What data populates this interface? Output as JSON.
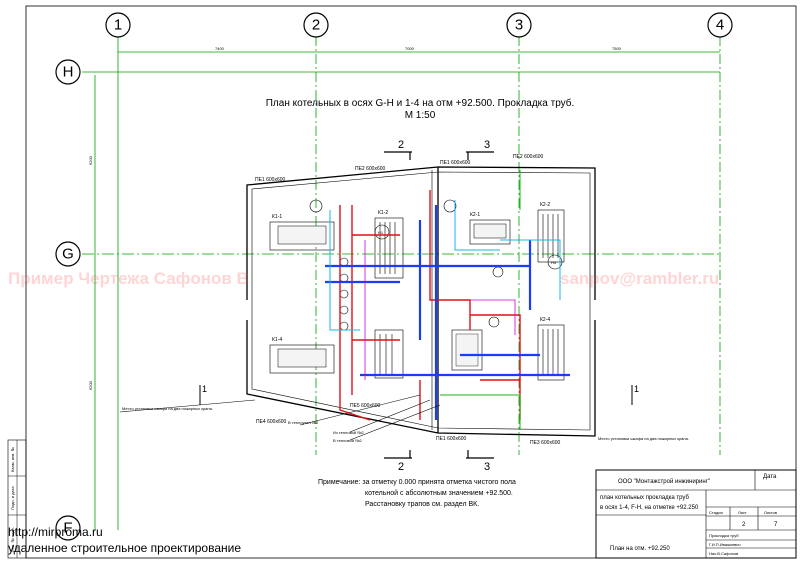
{
  "axes": {
    "columns": [
      "1",
      "2",
      "3",
      "4"
    ],
    "rows": [
      "Н",
      "G",
      "F"
    ]
  },
  "title": {
    "line1": "План котельных в осях G-H и 1-4 на отм +92.500. Прокладка труб.",
    "line2": "М 1:50"
  },
  "sections": {
    "cut2": "2",
    "cut3": "3",
    "cut1": "1"
  },
  "watermark": {
    "left": "Пример Чертежа Сафонов В",
    "right": "sanpov@rambler.ru"
  },
  "labels": {
    "pe1_top": "ПЕ1 600х600",
    "pe2_top": "ПЕ2 600х600",
    "pe1_mid": "ПЕ1 600х600",
    "pe2_right": "ПЕ2 600х600",
    "pe4_bottom": "ПЕ4 600х600",
    "pe5_bottom": "ПЕ5 600х600",
    "pe1_bottom": "ПЕ1 600х600",
    "pe3_bottom": "ПЕ3 600х600",
    "k1": "К1-1",
    "k2": "К1-2",
    "k3": "К2-1",
    "k4": "К2-2",
    "k5": "К1-4",
    "k6": "К2-4",
    "pump1": "Н1",
    "pump2": "Н4",
    "place_left": "Место установки шкафа на два пожарных крана.",
    "place_right": "Место установки шкафа на два пожарных крана.",
    "to_pipe1": "Из тепловой №2",
    "to_pipe2": "В тепловой №2",
    "to_pipe3": "В теплоузел №2"
  },
  "note": {
    "line1": "Примечание: за отметку 0.000 принята отметка чистого пола",
    "line2": "котельной с абсолютным значением +92.500.",
    "line3": "Расстановку трапов см. раздел ВК."
  },
  "stamp": {
    "company": "ООО \"Монтажстрой инжиниринг\"",
    "date_header": "Дата",
    "desc1": "план котельных прокладка труб",
    "desc2": "в осях 1-4, F-H,  на отметке +92.250",
    "stage_h": "Стадия",
    "sheet_h": "Лист",
    "sheets_h": "Листов",
    "stage_v": "",
    "sheet_v": "2",
    "sheets_v": "7",
    "sub": "Прокладка труб",
    "plan": "План  на  отм.  +92.250",
    "author1": "Г.И.П.Ивашкевич",
    "author2": "Нач.В.Сафонов"
  },
  "side_stamp": {
    "t1": "Взам. инв. №",
    "t2": "Подп. и дата",
    "t3": "Инв. № подл."
  },
  "footer": {
    "url": "http://mirproma.ru",
    "text": "удаленное строительное проектирование"
  }
}
